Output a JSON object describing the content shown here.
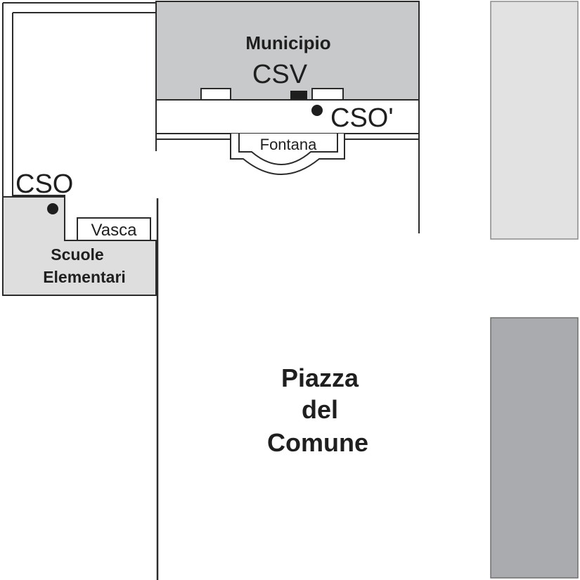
{
  "map": {
    "buildings": {
      "municipio": "Municipio",
      "fontana": "Fontana",
      "vasca": "Vasca",
      "scuole_line1": "Scuole",
      "scuole_line2": "Elementari"
    },
    "piazza": {
      "line1": "Piazza",
      "line2": "del",
      "line3": "Comune"
    },
    "markers": {
      "csv": "CSV",
      "cso_prime": "CSO'",
      "cso": "CSO"
    },
    "colors": {
      "municipio_fill": "#c8c9cb",
      "school_fill": "#dedede",
      "block_light": "#e2e2e2",
      "block_dark": "#a9abaf",
      "line": "#2b2b2b"
    }
  }
}
